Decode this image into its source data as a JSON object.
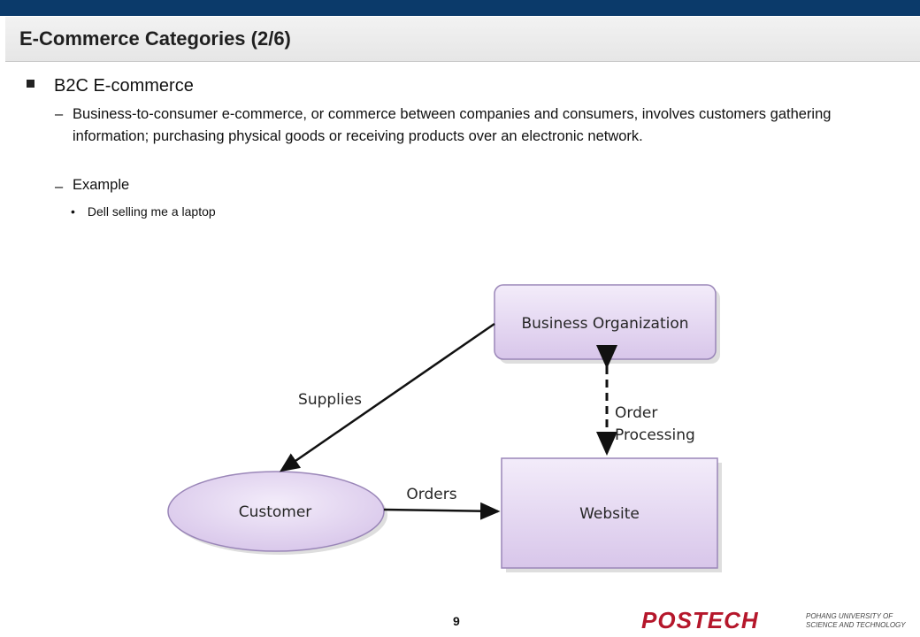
{
  "slide": {
    "title": "E-Commerce Categories (2/6)",
    "bullet": "B2C E-commerce",
    "dash_symbol": "–",
    "description": "Business-to-consumer e-commerce, or commerce between companies and consumers, involves customers gathering information; purchasing physical goods or receiving products over an electronic network.",
    "example_label": "Example",
    "bullet_dot": "•",
    "example_item": "Dell selling me a laptop",
    "page_number": "9"
  },
  "diagram": {
    "nodes": {
      "business": "Business Organization",
      "customer": "Customer",
      "website": "Website"
    },
    "edges": {
      "supplies": "Supplies",
      "orders": "Orders",
      "order_processing_1": "Order",
      "order_processing_2": "Processing"
    },
    "node_fill": "#e0d2ef",
    "node_stroke": "#9a86b8"
  },
  "logo": {
    "wordmark": "POSTECH",
    "line1": "POHANG UNIVERSITY OF",
    "line2": "SCIENCE AND TECHNOLOGY",
    "color": "#b5172b"
  }
}
